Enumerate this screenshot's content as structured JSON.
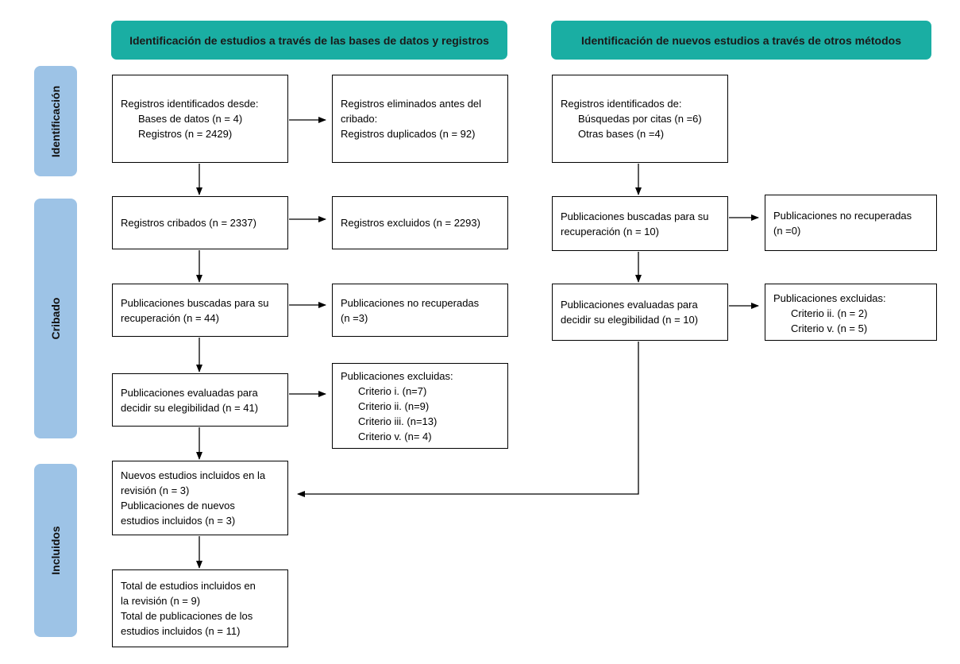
{
  "headers": {
    "databases": "Identificación de estudios a través de las bases de datos y registros",
    "other": "Identificación de nuevos  estudios a través de otros métodos"
  },
  "phases": {
    "identification": "Identificación",
    "screening": "Cribado",
    "included": "Incluidos"
  },
  "left": {
    "identified": {
      "title": "Registros identificados desde:",
      "line1": "Bases de datos (n = 4)",
      "line2": "Registros (n = 2429)"
    },
    "removed": {
      "line1": "Registros eliminados antes del",
      "line2": "cribado:",
      "line3": "Registros duplicados (n = 92)"
    },
    "screened": "Registros cribados (n = 2337)",
    "excluded": "Registros excluidos (n = 2293)",
    "sought": {
      "line1": "Publicaciones buscadas para su",
      "line2": "recuperación (n = 44)"
    },
    "not_retrieved": {
      "line1": "Publicaciones no recuperadas",
      "line2": "(n =3)"
    },
    "assessed": {
      "line1": "Publicaciones evaluadas para",
      "line2": "decidir su elegibilidad (n = 41)"
    },
    "excluded_pubs": {
      "title": "Publicaciones excluidas:",
      "c1": "Criterio i.  (n=7)",
      "c2": "Criterio ii.  (n=9)",
      "c3": "Criterio iii.  (n=13)",
      "c4": "Criterio v.  (n= 4)"
    },
    "new_included": {
      "line1": "Nuevos estudios incluidos en la",
      "line2": "revisión (n = 3)",
      "line3": "Publicaciones de nuevos",
      "line4": "estudios incluidos (n = 3)"
    },
    "total_included": {
      "line1": "Total de estudios incluidos en",
      "line2": "la revisión (n = 9)",
      "line3": "Total de publicaciones de los",
      "line4": "estudios incluidos (n = 11)"
    }
  },
  "right": {
    "identified": {
      "title": "Registros identificados de:",
      "line1": "Búsquedas por citas (n =6)",
      "line2": "Otras bases (n =4)"
    },
    "sought": {
      "line1": "Publicaciones buscadas para su",
      "line2": "recuperación (n = 10)"
    },
    "not_retrieved": {
      "line1": "Publicaciones no recuperadas",
      "line2": "(n =0)"
    },
    "assessed": {
      "line1": "Publicaciones evaluadas para",
      "line2": "decidir su elegibilidad (n = 10)"
    },
    "excluded_pubs": {
      "title": "Publicaciones excluidas:",
      "c1": "Criterio ii.  (n = 2)",
      "c2": "Criterio v.  (n = 5)"
    }
  },
  "colors": {
    "header": "#1aaea3",
    "phase": "#9dc3e6",
    "box_border": "#000000"
  }
}
